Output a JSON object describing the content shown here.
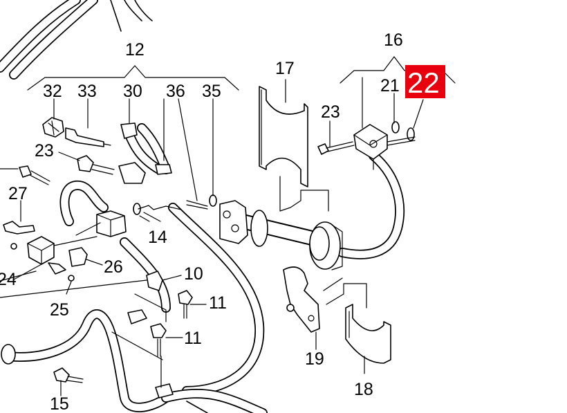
{
  "highlight": {
    "label": "22",
    "color": "#e8000f",
    "text_color": "#ffffff"
  },
  "callouts": {
    "c12": "12",
    "c16": "16",
    "c17": "17",
    "c32": "32",
    "c33": "33",
    "c30": "30",
    "c36": "36",
    "c35": "35",
    "c21": "21",
    "c23a": "23",
    "c23b": "23",
    "c27": "27",
    "c14": "14",
    "c26": "26",
    "c24": "24",
    "c25": "25",
    "c10": "10",
    "c11a": "11",
    "c11b": "11",
    "c19": "19",
    "c18": "18",
    "c15": "15"
  }
}
